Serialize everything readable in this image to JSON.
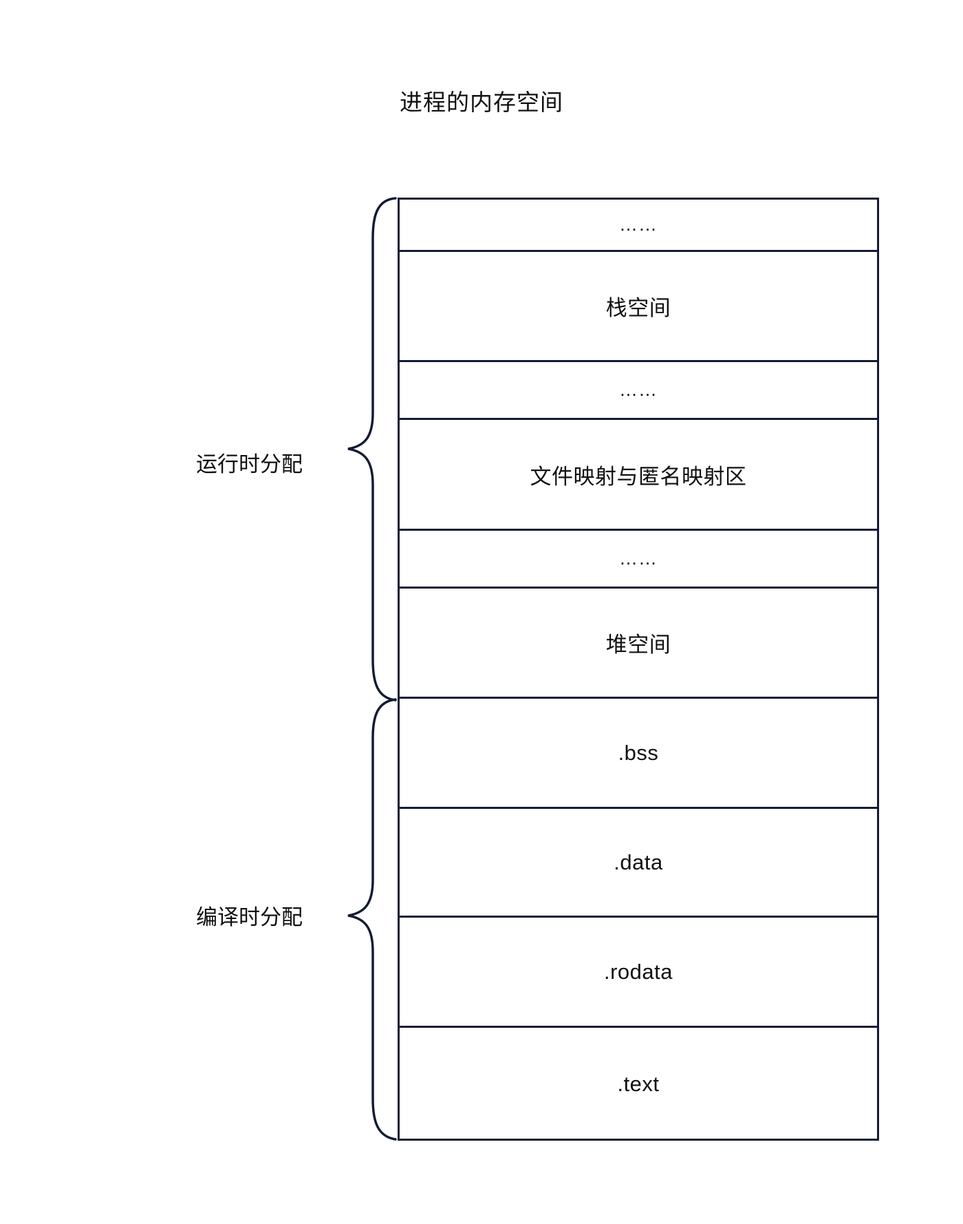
{
  "title": "进程的内存空间",
  "groups": [
    {
      "id": "runtime",
      "label": "运行时分配"
    },
    {
      "id": "compiletime",
      "label": "编译时分配"
    }
  ],
  "segments": [
    {
      "label": "……",
      "icon": "ellipsis",
      "height": 76,
      "group": "runtime"
    },
    {
      "label": "栈空间",
      "icon": "stack-segment",
      "height": 160,
      "group": "runtime"
    },
    {
      "label": "……",
      "icon": "ellipsis",
      "height": 84,
      "group": "runtime"
    },
    {
      "label": "文件映射与匿名映射区",
      "icon": "mmap-segment",
      "height": 161,
      "group": "runtime"
    },
    {
      "label": "……",
      "icon": "ellipsis",
      "height": 84,
      "group": "runtime"
    },
    {
      "label": "堆空间",
      "icon": "heap-segment",
      "height": 160,
      "group": "runtime"
    },
    {
      "label": ".bss",
      "icon": "bss-segment",
      "height": 160,
      "group": "compiletime"
    },
    {
      "label": ".data",
      "icon": "data-segment",
      "height": 158,
      "group": "compiletime"
    },
    {
      "label": ".rodata",
      "icon": "rodata-segment",
      "height": 160,
      "group": "compiletime"
    },
    {
      "label": ".text",
      "icon": "text-segment",
      "height": 164,
      "group": "compiletime"
    }
  ],
  "colors": {
    "stroke": "#141B34",
    "text": "#111111",
    "background": "#ffffff"
  }
}
